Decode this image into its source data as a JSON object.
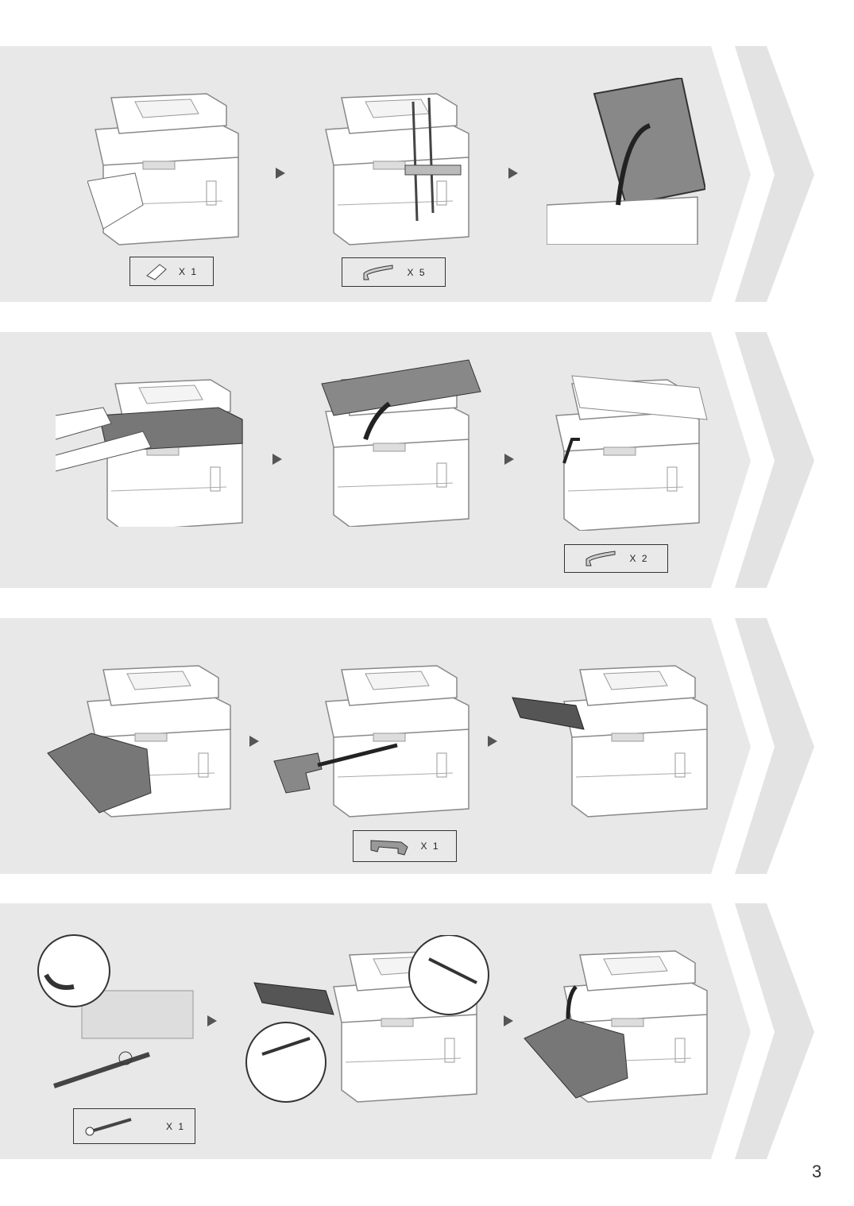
{
  "page_number": "3",
  "colors": {
    "panel": "#e8e8e8",
    "chevron": "#e3e3e3",
    "line": "#888888"
  },
  "steps": [
    {
      "items": [
        {
          "icon": "paper-sheet-icon",
          "qty": "X 1"
        },
        {
          "icon": "tape-strip-icon",
          "qty": "X 5"
        }
      ]
    },
    {
      "items": [
        {
          "icon": "tape-strip-icon",
          "qty": "X 2"
        }
      ]
    },
    {
      "items": [
        {
          "icon": "packing-material-icon",
          "qty": "X 1"
        }
      ]
    },
    {
      "items": [
        {
          "icon": "seal-tab-icon",
          "qty": "X 1"
        }
      ]
    }
  ]
}
